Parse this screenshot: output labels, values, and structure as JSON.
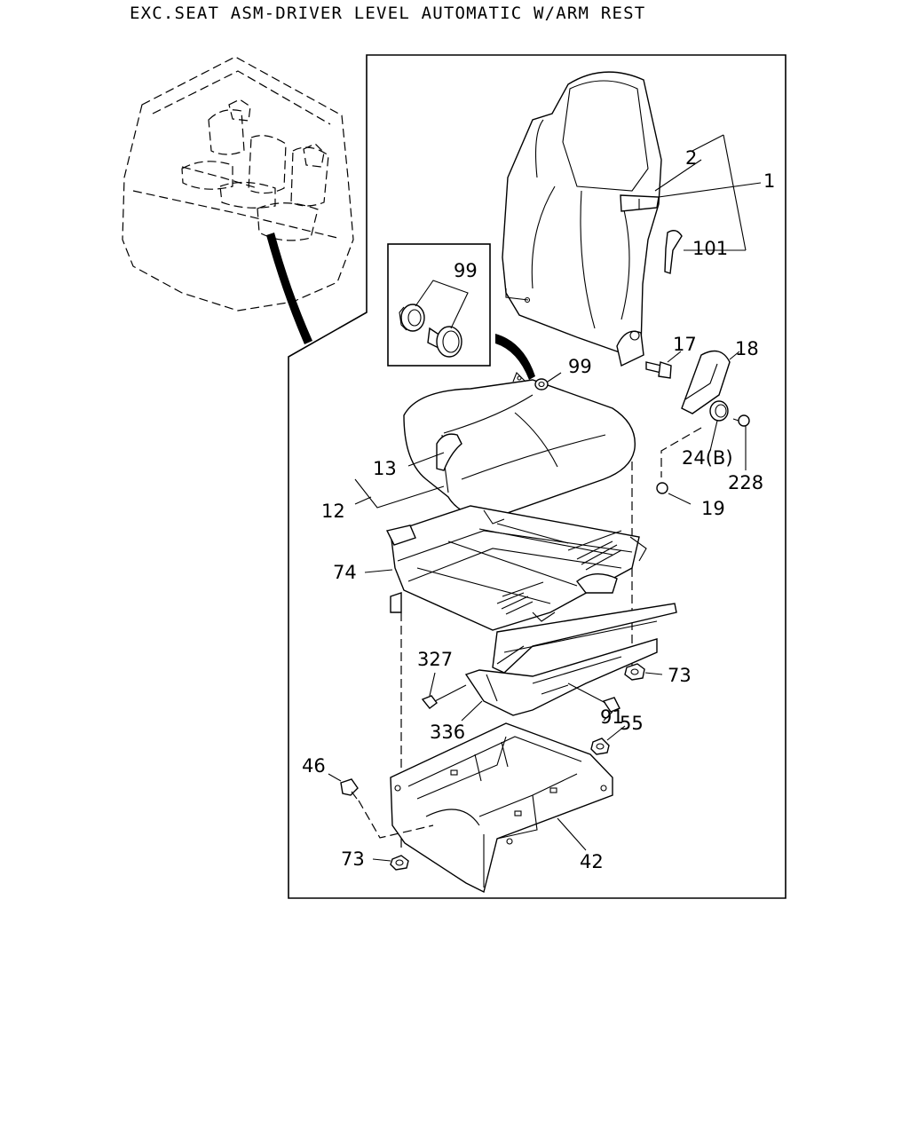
{
  "title": "EXC.SEAT ASM-DRIVER LEVEL AUTOMATIC W/ARM REST",
  "callouts": {
    "c1": "1",
    "c2": "2",
    "c101": "101",
    "c99_inset": "99",
    "c99": "99",
    "c17": "17",
    "c18": "18",
    "c24b": "24(B)",
    "c228": "228",
    "c19": "19",
    "c13": "13",
    "c12": "12",
    "c74": "74",
    "c327": "327",
    "c73_right": "73",
    "c91": "91",
    "c336": "336",
    "c55": "55",
    "c46": "46",
    "c73_left": "73",
    "c42": "42"
  }
}
